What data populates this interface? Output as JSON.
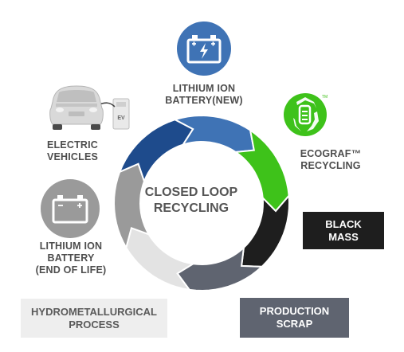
{
  "center": {
    "line1": "CLOSED LOOP",
    "line2": "RECYCLING"
  },
  "stages": [
    {
      "id": "lithium-ion-battery-new",
      "lines": [
        "LITHIUM ION",
        "BATTERY(NEW)"
      ],
      "icon": "battery-charging-icon",
      "color": "#3f73b5"
    },
    {
      "id": "ecograf-recycling",
      "lines": [
        "ECOGRAF™",
        "RECYCLING"
      ],
      "icon": "ecograf-logo",
      "color": "#3ec21a"
    },
    {
      "id": "black-mass",
      "lines": [
        "BLACK",
        "MASS"
      ],
      "color": "#1e1e1e"
    },
    {
      "id": "production-scrap",
      "lines": [
        "PRODUCTION",
        "SCRAP"
      ],
      "color": "#5f6470"
    },
    {
      "id": "hydrometallurgical-process",
      "lines": [
        "HYDROMETALLURGICAL",
        "PROCESS"
      ],
      "color": "#e3e3e3"
    },
    {
      "id": "lithium-ion-battery-eol",
      "lines": [
        "LITHIUM ION",
        "BATTERY",
        "(END OF LIFE)"
      ],
      "icon": "battery-icon",
      "color": "#9a9a9a"
    },
    {
      "id": "electric-vehicles",
      "lines": [
        "ELECTRIC",
        "VEHICLES"
      ],
      "icon": "electric-car-icon",
      "color": "#1e4b8c"
    }
  ],
  "icons": {
    "ev_badge": "EV",
    "logo_mark": "TM"
  }
}
